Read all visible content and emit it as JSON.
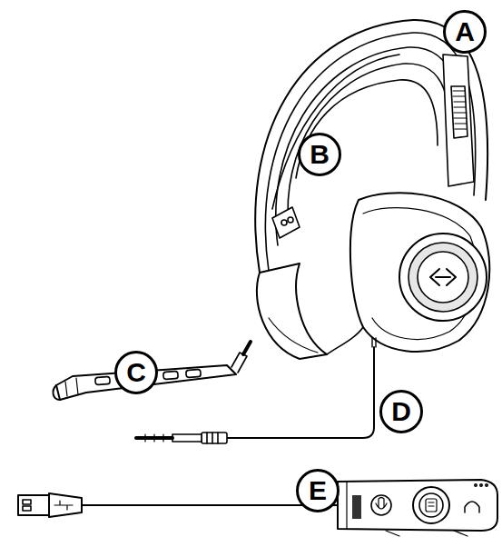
{
  "diagram": {
    "nodes": [
      {
        "text": [
          "A"
        ]
      },
      {
        "text": [
          "B"
        ]
      },
      {
        "text": [
          "C"
        ]
      },
      {
        "text": [
          "D"
        ]
      },
      {
        "text": [
          "E"
        ]
      }
    ]
  }
}
